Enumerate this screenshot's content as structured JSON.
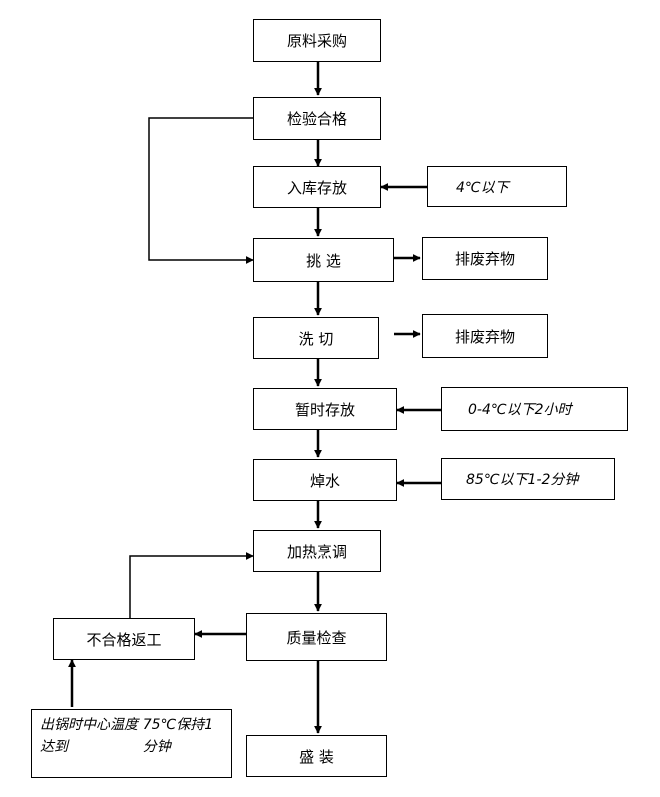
{
  "flowchart": {
    "steps": {
      "procure": "原料采购",
      "inspect": "检验合格",
      "storage": "入库存放",
      "sort": "挑  选",
      "wash_cut": "洗  切",
      "temp_storage": "暂时存放",
      "blanch": "焯水",
      "heat_season": "加热烹调",
      "quality_check": "质量检查",
      "plate": "盛  装",
      "rework": "不合格返工"
    },
    "discard": {
      "after_sort": "排废弃物",
      "after_wash_cut": "排废弃物"
    },
    "conditions": {
      "storage": "4℃以下",
      "temp_storage": "0-4℃以下2小时",
      "blanch": "85℃以下1-2分钟",
      "cook_done_line1": "出锅时中心温度达到",
      "cook_done_line2": "75℃保持1分钟"
    }
  }
}
